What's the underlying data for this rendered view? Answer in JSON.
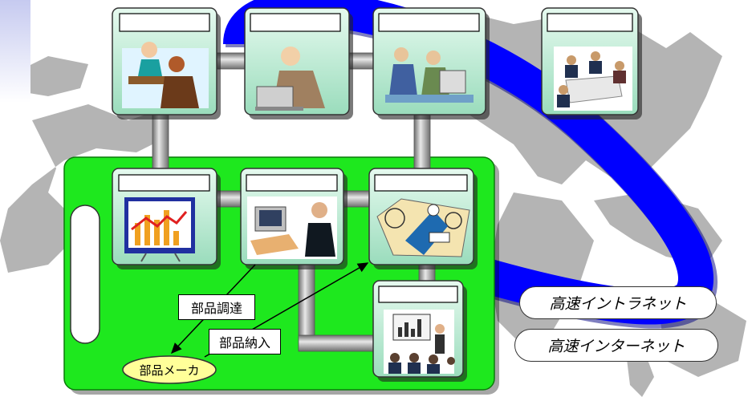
{
  "labels": {
    "parts_procurement": "部品調達",
    "parts_delivery": "部品納入",
    "parts_maker": "部品メーカ",
    "intranet": "高速イントラネット",
    "internet": "高速インターネット"
  },
  "colors": {
    "plant_green": "#1ee81e",
    "network_blue": "#0000ff",
    "panel_mint": "#c8f0dc",
    "pipe_gray": "#9a9a9a",
    "map_gray": "#b4b4b4",
    "maker_yellow": "#ffff99"
  },
  "icons": [
    "meeting-scene-icon",
    "phone-worker-icon",
    "team-computer-icon",
    "conference-room-icon",
    "growth-chart-icon",
    "computer-operator-icon",
    "design-work-icon",
    "presentation-icon"
  ]
}
